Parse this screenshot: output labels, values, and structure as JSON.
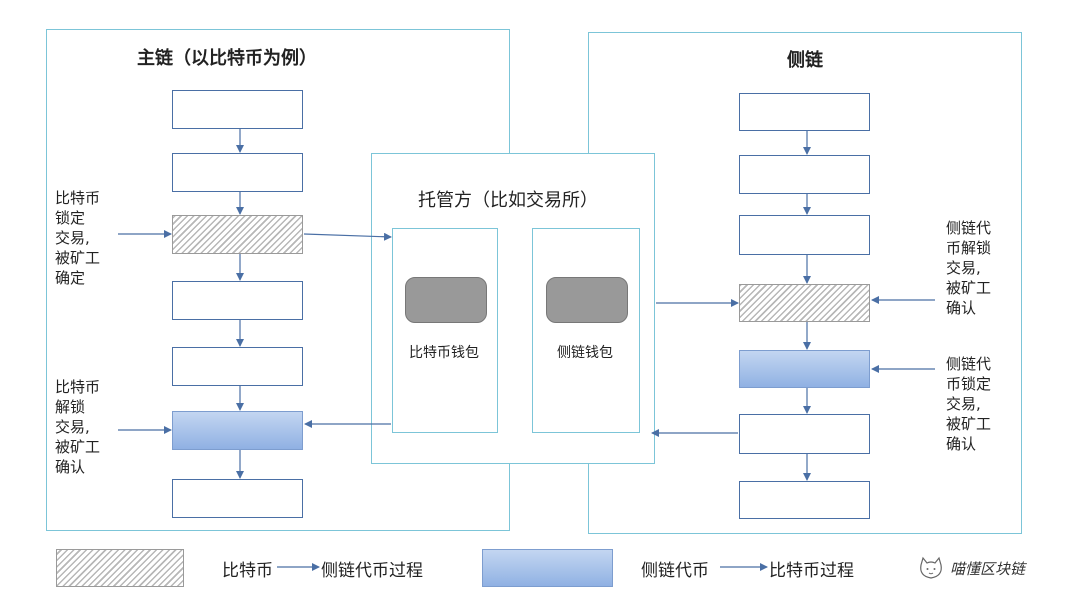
{
  "main_chain": {
    "title": "主链（以比特币为例）",
    "note_lock": [
      "比特币",
      "锁定",
      "交易,",
      "被矿工",
      "确定"
    ],
    "note_unlock": [
      "比特币",
      "解锁",
      "交易,",
      "被矿工",
      "确认"
    ]
  },
  "custodian": {
    "title": "托管方（比如交易所）",
    "wallet_btc": "比特币钱包",
    "wallet_side": "侧链钱包"
  },
  "side_chain": {
    "title": "侧链",
    "note_unlock": [
      "侧链代",
      "币解锁",
      "交易,",
      "被矿工",
      "确认"
    ],
    "note_lock": [
      "侧链代",
      "币锁定",
      "交易,",
      "被矿工",
      "确认"
    ]
  },
  "legend": {
    "item1_from": "比特币",
    "item1_to": "侧链代币过程",
    "item2_from": "侧链代币",
    "item2_to": "比特币过程"
  },
  "watermark": "喵懂区块链",
  "colors": {
    "panel_border": "#7cc5d8",
    "block_border": "#4a6fa5",
    "arrow": "#4a6fa5",
    "blue_fill": "#9fbbe6",
    "hatch": "#b7b7b7"
  }
}
